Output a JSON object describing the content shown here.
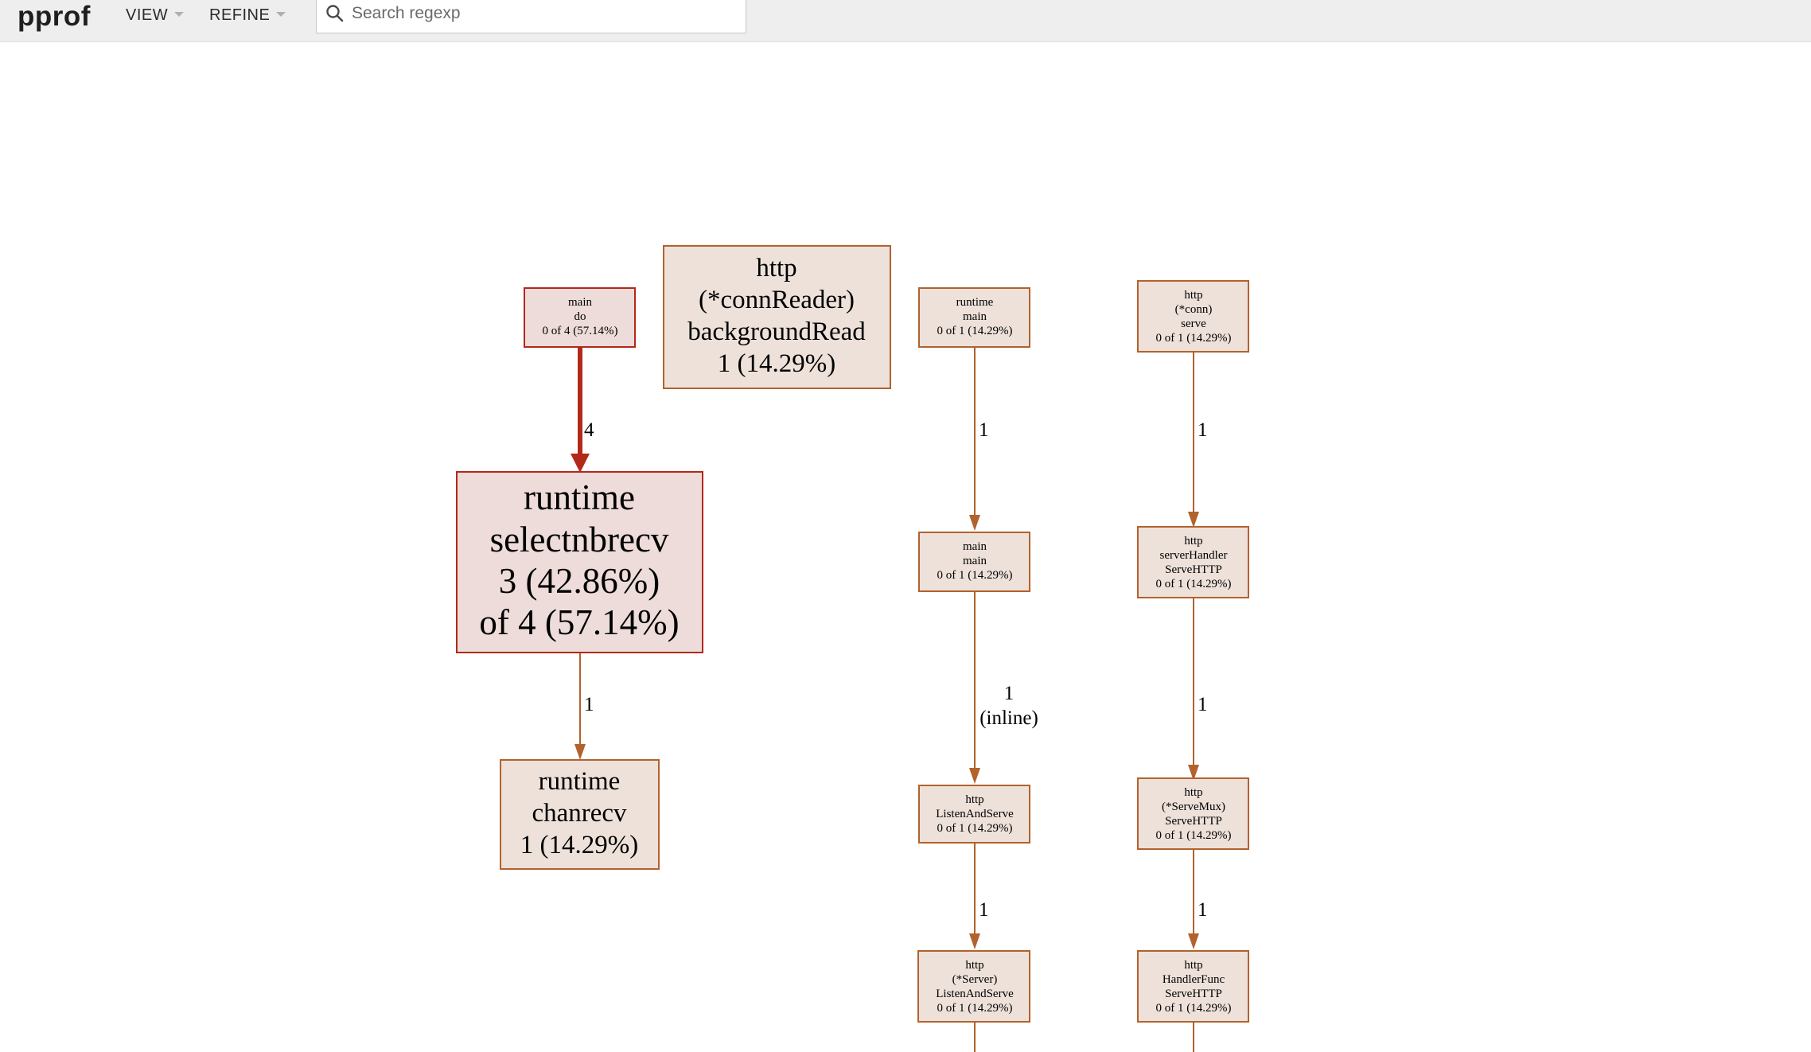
{
  "app": {
    "title": "pprof"
  },
  "menus": [
    {
      "label": "VIEW"
    },
    {
      "label": "REFINE"
    }
  ],
  "search": {
    "placeholder": "Search regexp",
    "value": ""
  },
  "graph": {
    "nodes": {
      "main_do": [
        "main",
        "do",
        "0 of 4 (57.14%)"
      ],
      "conn_reader": [
        "http",
        "(*connReader)",
        "backgroundRead",
        "1 (14.29%)"
      ],
      "selectnbrecv": [
        "runtime",
        "selectnbrecv",
        "3 (42.86%)",
        "of 4 (57.14%)"
      ],
      "chanrecv": [
        "runtime",
        "chanrecv",
        "1 (14.29%)"
      ],
      "runtime_main": [
        "runtime",
        "main",
        "0 of 1 (14.29%)"
      ],
      "main_main": [
        "main",
        "main",
        "0 of 1 (14.29%)"
      ],
      "listen_and_serve": [
        "http",
        "ListenAndServe",
        "0 of 1 (14.29%)"
      ],
      "server_listen_and_serve": [
        "http",
        "(*Server)",
        "ListenAndServe",
        "0 of 1 (14.29%)"
      ],
      "conn_serve": [
        "http",
        "(*conn)",
        "serve",
        "0 of 1 (14.29%)"
      ],
      "server_handler": [
        "http",
        "serverHandler",
        "ServeHTTP",
        "0 of 1 (14.29%)"
      ],
      "servemux": [
        "http",
        "(*ServeMux)",
        "ServeHTTP",
        "0 of 1 (14.29%)"
      ],
      "handler_func": [
        "http",
        "HandlerFunc",
        "ServeHTTP",
        "0 of 1 (14.29%)"
      ]
    },
    "edges": {
      "main_do_to_selectnbrecv": "4",
      "selectnbrecv_to_chanrecv": "1",
      "runtime_main_to_main_main": "1",
      "main_main_to_listen": [
        "1",
        "(inline)"
      ],
      "listen_to_server_listen": "1",
      "conn_serve_to_server_handler": "1",
      "server_handler_to_servemux": "1",
      "servemux_to_handler_func": "1"
    },
    "colors": {
      "hot_fill": "#eddcd9",
      "hot_border": "#b2281a",
      "warm_fill": "#ede1da",
      "warm_border": "#b2622d",
      "hot_edge": "#b2281a",
      "warm_edge": "#b2622d"
    }
  }
}
